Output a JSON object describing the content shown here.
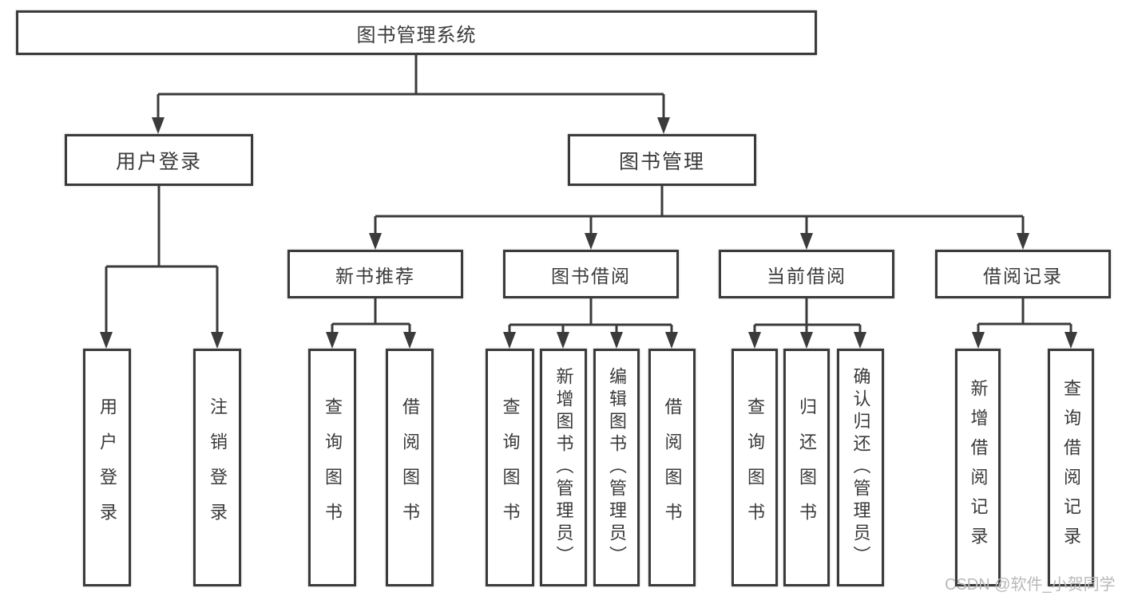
{
  "diagram": {
    "type": "hierarchy-tree",
    "tree": {
      "root": {
        "label": "图书管理系统",
        "children": [
          {
            "label": "用户登录",
            "children": [
              {
                "label": "用户登录"
              },
              {
                "label": "注销登录"
              }
            ]
          },
          {
            "label": "图书管理",
            "children": [
              {
                "label": "新书推荐",
                "children": [
                  {
                    "label": "查询图书"
                  },
                  {
                    "label": "借阅图书"
                  }
                ]
              },
              {
                "label": "图书借阅",
                "children": [
                  {
                    "label": "查询图书"
                  },
                  {
                    "label": "新增图书（管理员）"
                  },
                  {
                    "label": "编辑图书（管理员）"
                  },
                  {
                    "label": "借阅图书"
                  }
                ]
              },
              {
                "label": "当前借阅",
                "children": [
                  {
                    "label": "查询图书"
                  },
                  {
                    "label": "归还图书"
                  },
                  {
                    "label": "确认归还（管理员）"
                  }
                ]
              },
              {
                "label": "借阅记录",
                "children": [
                  {
                    "label": "新增借阅记录"
                  },
                  {
                    "label": "查询借阅记录"
                  }
                ]
              }
            ]
          }
        ]
      }
    },
    "colors": {
      "line": "#3b3b3b",
      "box_border": "#3b3b3b",
      "text": "#3a3a3a",
      "background": "#ffffff",
      "watermark": "#b9b9b9"
    }
  },
  "watermark": {
    "text": "CSDN @软件_小贺同学"
  }
}
